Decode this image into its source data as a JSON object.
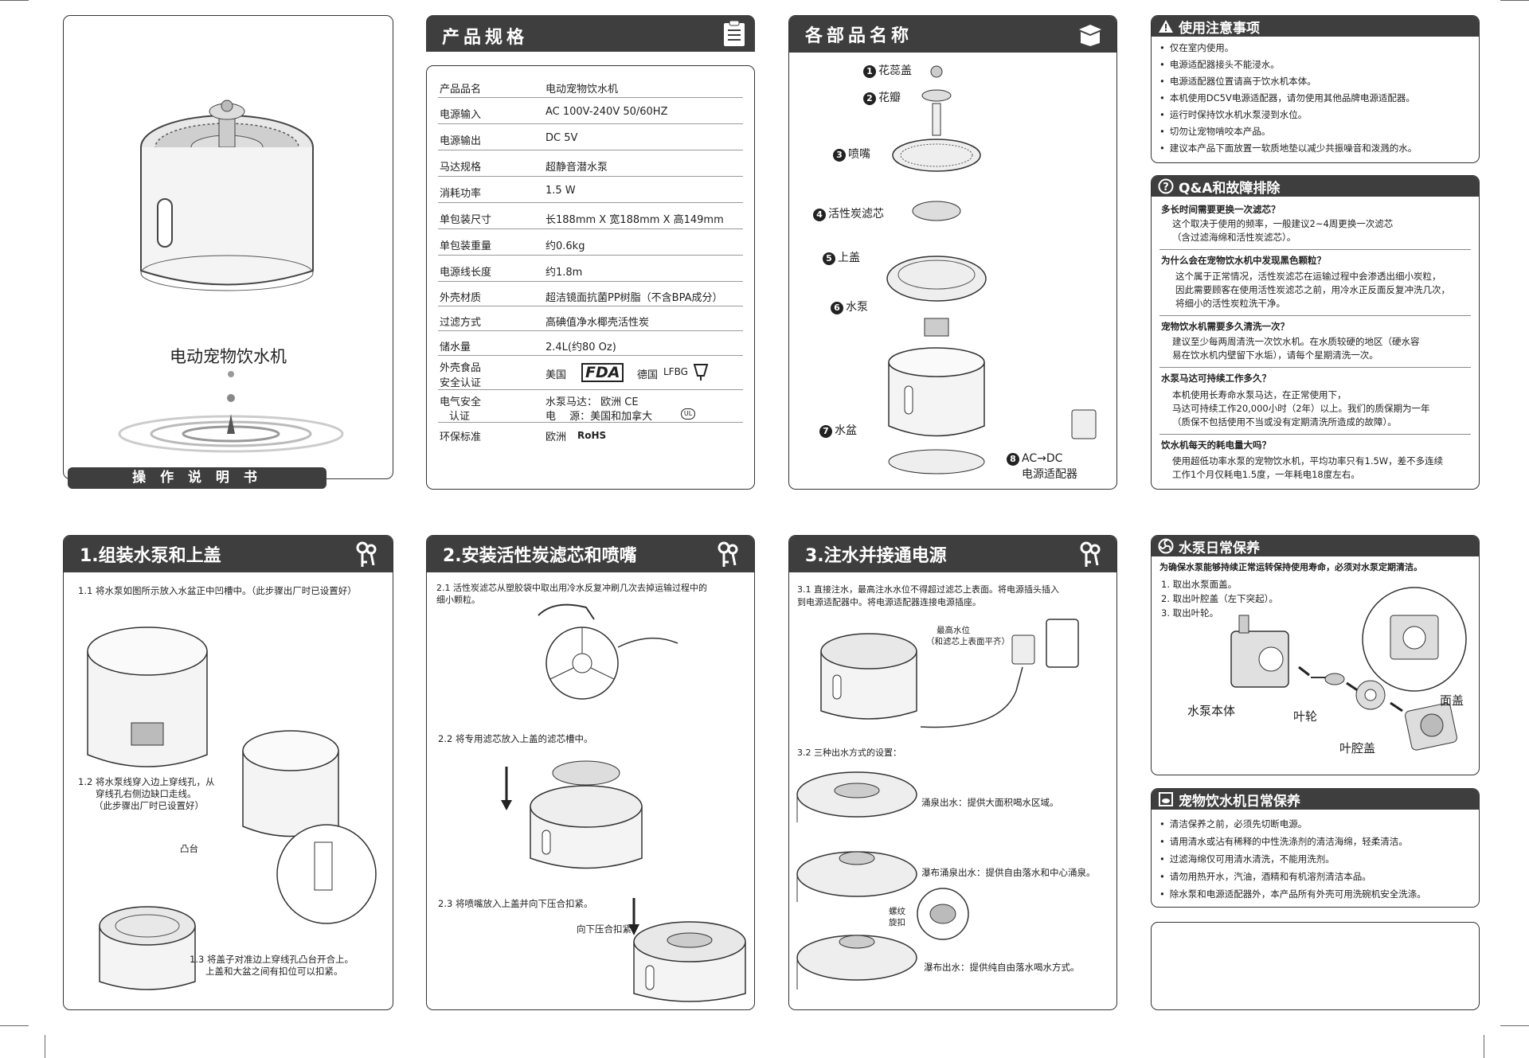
{
  "cover": {
    "product_title": "电动宠物饮水机",
    "manual_label": "操 作 说 明 书"
  },
  "specs": {
    "title": "产品规格",
    "rows": [
      {
        "k": "产品品名",
        "v": "电动宠物饮水机"
      },
      {
        "k": "电源输入",
        "v": "AC 100V-240V 50/60HZ"
      },
      {
        "k": "电源输出",
        "v": "DC 5V"
      },
      {
        "k": "马达规格",
        "v": "超静音潜水泵"
      },
      {
        "k": "消耗功率",
        "v": "1.5 W"
      },
      {
        "k": "单包装尺寸",
        "v": "长188mm X 宽188mm X 高149mm"
      },
      {
        "k": "单包装重量",
        "v": "约0.6kg"
      },
      {
        "k": "电源线长度",
        "v": "约1.8m"
      },
      {
        "k": "外壳材质",
        "v": "超洁镜面抗菌PP树脂（不含BPA成分）"
      },
      {
        "k": "过滤方式",
        "v": "高碘值净水椰壳活性炭"
      },
      {
        "k": "储水量",
        "v": "2.4L(约80 Oz)"
      }
    ],
    "food_cert_k1": "外壳食品",
    "food_cert_k2": "安全认证",
    "food_cert_us": "美国",
    "food_cert_fda": "FDA",
    "food_cert_de": "德国",
    "food_cert_lfbg": "LFBG",
    "elec_k1": "电气安全",
    "elec_k2": "认证",
    "elec_v1": "水泵马达：  欧洲 CE",
    "elec_v2": "电　  源：美国和加拿大",
    "env_k": "环保标准",
    "env_v": "欧洲",
    "rohs": "RoHS"
  },
  "parts": {
    "title": "各部品名称",
    "items": [
      {
        "n": "1",
        "label": "花蕊盖"
      },
      {
        "n": "2",
        "label": "花瓣"
      },
      {
        "n": "3",
        "label": "喷嘴"
      },
      {
        "n": "4",
        "label": "活性炭滤芯"
      },
      {
        "n": "5",
        "label": "上盖"
      },
      {
        "n": "6",
        "label": "水泵"
      },
      {
        "n": "7",
        "label": "水盆"
      },
      {
        "n": "8",
        "label": "AC→DC"
      }
    ],
    "adapter_label": "电源适配器"
  },
  "notice": {
    "title": "使用注意事项",
    "items": [
      "仅在室内使用。",
      "电源适配器接头不能浸水。",
      "电源适配器位置请高于饮水机本体。",
      "本机使用DC5V电源适配器，请勿使用其他品牌电源适配器。",
      "运行时保持饮水机水泵浸到水位。",
      "切勿让宠物啃咬本产品。",
      "建议本产品下面放置一软质地垫以减少共振噪音和泼溅的水。"
    ]
  },
  "qa": {
    "title": "Q&A和故障排除",
    "q1": "多长时间需要更换一次滤芯？",
    "a1a": "这个取决于使用的频率，一般建议2~4周更换一次滤芯",
    "a1b": "（含过滤海绵和活性炭滤芯）。",
    "q2": "为什么会在宠物饮水机中发现黑色颗粒？",
    "a2a": "这个属于正常情况，活性炭滤芯在运输过程中会渗透出细小炭粒，",
    "a2b": "因此需要顾客在使用活性炭滤芯之前，用冷水正反面反复冲洗几次，",
    "a2c": "将细小的活性炭粒洗干净。",
    "q3": "宠物饮水机需要多久清洗一次？",
    "a3a": "建议至少每两周清洗一次饮水机。在水质较硬的地区（硬水容",
    "a3b": "易在饮水机内壁留下水垢），请每个星期清洗一次。",
    "q4": "水泵马达可持续工作多久？",
    "a4a": "本机使用长寿命水泵马达，在正常使用下，",
    "a4b": "马达可持续工作20,000小时（2年）以上。我们的质保期为一年",
    "a4c": "（质保不包括使用不当或没有定期清洗所造成的故障）。",
    "q5": "饮水机每天的耗电量大吗？",
    "a5a": "使用超低功率水泵的宠物饮水机，平均功率只有1.5W，差不多连续",
    "a5b": "工作1个月仅耗电1.5度，一年耗电18度左右。"
  },
  "step1": {
    "title": "1.组装水泵和上盖",
    "s1": "1.1 将水泵如图所示放入水盆正中凹槽中。（此步骤出厂时已设置好）",
    "s2a": "1.2 将水泵线穿入边上穿线孔，从",
    "s2b": "穿线孔右侧边缺口走线。",
    "s2c": "（此步骤出厂时已设置好）",
    "boss": "凸台",
    "s3a": "1.3 将盖子对准边上穿线孔凸台开合上。",
    "s3b": "上盖和大盆之间有扣位可以扣紧。"
  },
  "step2": {
    "title": "2.安装活性炭滤芯和喷嘴",
    "s1a": "2.1 活性炭滤芯从塑胶袋中取出用冷水反复冲刷几次去掉运输过程中的",
    "s1b": "细小颗粒。",
    "s2": "2.2 将专用滤芯放入上盖的滤芯槽中。",
    "s3": "2.3 将喷嘴放入上盖并向下压合扣紧。",
    "press": "向下压合扣紧"
  },
  "step3": {
    "title": "3.注水并接通电源",
    "s1a": "3.1 直接注水，最高注水水位不得超过滤芯上表面。将电源插头插入",
    "s1b": "到电源适配器中。将电源适配器连接电源插座。",
    "max1": "最高水位",
    "max2": "（和滤芯上表面平齐）",
    "s2": "3.2 三种出水方式的设置：",
    "m1": "涌泉出水：提供大面积喝水区域。",
    "m2": "瀑布涌泉出水：提供自由落水和中心涌泉。",
    "twist1": "螺纹",
    "twist2": "旋扣",
    "m3": "瀑布出水：提供纯自由落水喝水方式。"
  },
  "pump": {
    "title": "水泵日常保养",
    "intro": "为确保水泵能够持续正常运转保持使用寿命，必须对水泵定期清洁。",
    "s1": "1. 取出水泵面盖。",
    "s2": "2. 取出叶腔盖（左下突起）。",
    "s3": "3. 取出叶轮。",
    "l_body": "水泵本体",
    "l_impeller": "叶轮",
    "l_cavity": "叶腔盖",
    "l_face": "面盖"
  },
  "care": {
    "title": "宠物饮水机日常保养",
    "items": [
      "清洁保养之前，必须先切断电源。",
      "请用清水或沾有稀释的中性洗涤剂的清洁海绵，轻柔清洁。",
      "过滤海绵仅可用清水清洗，不能用洗剂。",
      "请勿用热开水，汽油，酒精和有机溶剂清洁本品。",
      "除水泵和电源适配器外，本产品所有外壳可用洗碗机安全洗涤。"
    ]
  }
}
